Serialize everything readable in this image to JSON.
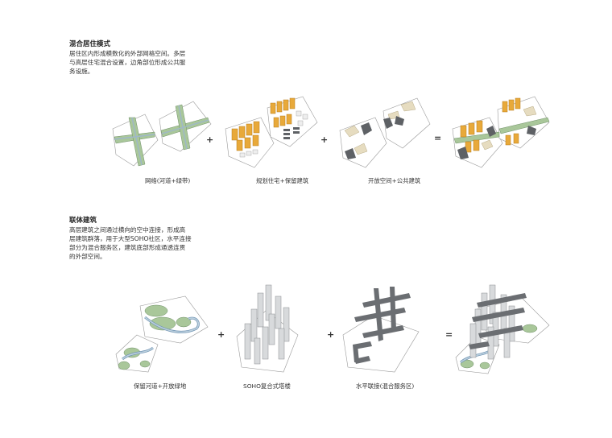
{
  "sections": [
    {
      "title": "混合居住模式",
      "description": [
        "居住区内形成模数化的外部网格空间。多层",
        "与高层住宅混合设置，边角部位形成公共服",
        "务设施。"
      ],
      "operators": [
        "+",
        "+",
        "="
      ],
      "captions": [
        "网络(河道+绿带)",
        "规划住宅+保留建筑",
        "开放空间+公共建筑"
      ]
    },
    {
      "title": "联体建筑",
      "description": [
        "高层建筑之间通过横向的空中连接，形成高",
        "层建筑群落，用于大型SOHO社区，水平连接",
        "部分为混合服务区，建筑底部形成通透连贯",
        "的外部空间。"
      ],
      "operators": [
        "+",
        "+",
        "="
      ],
      "captions": [
        "保留河道+开放绿地",
        "SOHO复合式塔楼",
        "水平联接(混合服务区)"
      ]
    }
  ],
  "colors": {
    "green": "#a9c79a",
    "river": "#9fb7c9",
    "orange": "#e8a93a",
    "grey": "#5e6165",
    "sand": "#e6dcc0",
    "tower": "#d8dadc"
  }
}
